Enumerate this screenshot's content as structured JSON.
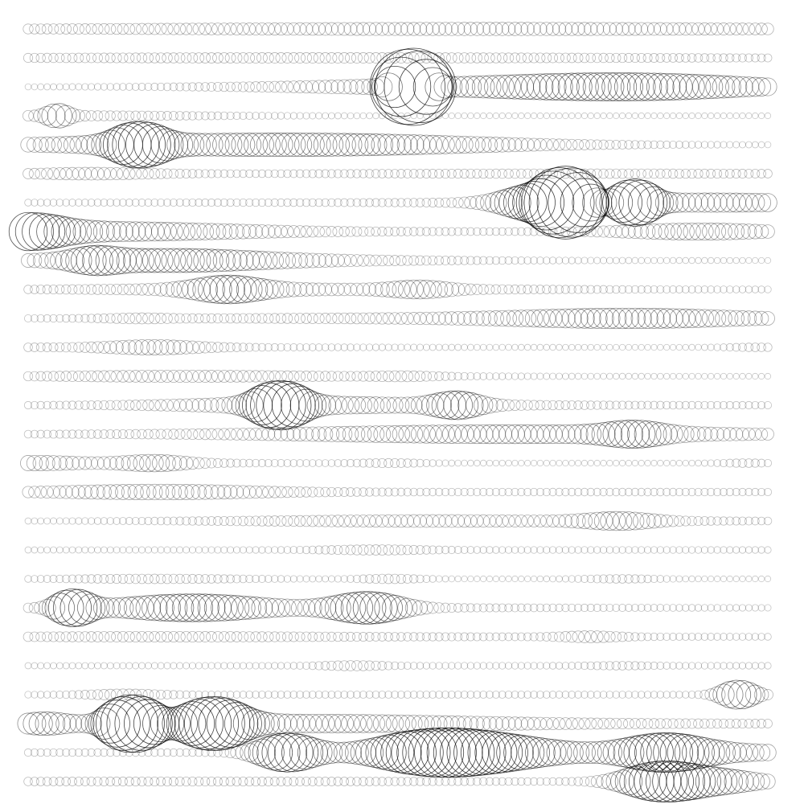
{
  "artwork": {
    "background": "#ffffff",
    "stroke_color": "#000000",
    "columns": 118,
    "rows": [
      {
        "bumps": [
          [
            0.3,
            0.2,
            0.9
          ],
          [
            0.45,
            0.25,
            0.7
          ],
          [
            0.62,
            0.3,
            0.6
          ],
          [
            0.985,
            0.2,
            0.5
          ]
        ]
      },
      {
        "bumps": [
          [
            0.03,
            0.1,
            0.5
          ],
          [
            0.3,
            0.2,
            0.55
          ],
          [
            0.6,
            0.3,
            0.6
          ]
        ]
      },
      {
        "bumps": [
          [
            0.52,
            7.0,
            0.025
          ],
          [
            0.6,
            0.9,
            0.3
          ],
          [
            0.84,
            1.6,
            0.22
          ],
          [
            0.72,
            0.4,
            0.4
          ]
        ]
      },
      {
        "bumps": [
          [
            0.04,
            1.6,
            0.02
          ],
          [
            0.03,
            0.5,
            0.25
          ]
        ]
      },
      {
        "bumps": [
          [
            0.15,
            3.0,
            0.04
          ],
          [
            0.2,
            1.0,
            0.3
          ],
          [
            0.47,
            1.2,
            0.28
          ],
          [
            0.1,
            0.3,
            0.4
          ]
        ]
      },
      {
        "bumps": [
          [
            0.08,
            0.7,
            0.12
          ],
          [
            0.75,
            0.4,
            0.5
          ]
        ]
      },
      {
        "bumps": [
          [
            0.69,
            3.0,
            0.06
          ],
          [
            0.73,
            4.6,
            0.03
          ],
          [
            0.82,
            3.3,
            0.03
          ],
          [
            0.93,
            1.4,
            0.25
          ],
          [
            0.45,
            0.2,
            0.6
          ]
        ]
      },
      {
        "bumps": [
          [
            0.0,
            2.2,
            0.06
          ],
          [
            0.09,
            1.3,
            0.25
          ],
          [
            0.91,
            1.2,
            0.14
          ],
          [
            0.2,
            0.3,
            0.6
          ]
        ]
      },
      {
        "bumps": [
          [
            0.09,
            1.2,
            0.04
          ],
          [
            0.19,
            1.1,
            0.15
          ],
          [
            0.25,
            0.7,
            0.3
          ],
          [
            0.02,
            0.3,
            0.5
          ]
        ]
      },
      {
        "bumps": [
          [
            0.27,
            1.8,
            0.06
          ],
          [
            0.32,
            0.6,
            0.3
          ],
          [
            0.53,
            0.9,
            0.05
          ],
          [
            0.5,
            0.2,
            0.6
          ]
        ]
      },
      {
        "bumps": [
          [
            0.63,
            0.6,
            0.55
          ],
          [
            0.82,
            1.1,
            0.2
          ],
          [
            0.15,
            0.3,
            0.05
          ]
        ]
      },
      {
        "bumps": [
          [
            0.03,
            0.3,
            0.4
          ],
          [
            0.17,
            0.8,
            0.08
          ],
          [
            0.985,
            0.3,
            0.05
          ]
        ]
      },
      {
        "bumps": [
          [
            0.15,
            0.25,
            0.2
          ],
          [
            0.27,
            0.5,
            0.3
          ],
          [
            0.51,
            0.3,
            0.05
          ]
        ]
      },
      {
        "bumps": [
          [
            0.34,
            3.6,
            0.04
          ],
          [
            0.39,
            1.1,
            0.22
          ],
          [
            0.58,
            1.8,
            0.04
          ],
          [
            0.55,
            0.25,
            0.7
          ]
        ]
      },
      {
        "bumps": [
          [
            0.65,
            1.1,
            0.35
          ],
          [
            0.82,
            1.3,
            0.05
          ],
          [
            0.78,
            0.3,
            0.6
          ],
          [
            0.25,
            0.15,
            0.5
          ]
        ]
      },
      {
        "bumps": [
          [
            0.01,
            0.8,
            0.08
          ],
          [
            0.17,
            1.0,
            0.06
          ],
          [
            0.1,
            0.3,
            0.3
          ],
          [
            0.49,
            0.3,
            0.05
          ],
          [
            0.97,
            0.3,
            0.04
          ]
        ]
      },
      {
        "bumps": [
          [
            0.01,
            0.4,
            0.2
          ],
          [
            0.18,
            0.5,
            0.15
          ],
          [
            0.25,
            0.4,
            0.2
          ],
          [
            0.8,
            0.2,
            0.5
          ]
        ]
      },
      {
        "bumps": [
          [
            0.53,
            0.6,
            0.3
          ],
          [
            0.8,
            1.0,
            0.06
          ],
          [
            0.75,
            0.2,
            0.5
          ]
        ]
      },
      {
        "bumps": [
          [
            0.47,
            0.4,
            0.08
          ],
          [
            0.7,
            0.1,
            0.8
          ]
        ]
      },
      {
        "bumps": [
          [
            0.17,
            0.4,
            0.15
          ],
          [
            0.49,
            0.4,
            0.05
          ],
          [
            0.8,
            0.3,
            0.06
          ]
        ]
      },
      {
        "bumps": [
          [
            0.06,
            2.8,
            0.03
          ],
          [
            0.22,
            2.2,
            0.14
          ],
          [
            0.46,
            2.6,
            0.06
          ],
          [
            0.4,
            0.3,
            0.5
          ]
        ]
      },
      {
        "bumps": [
          [
            0.15,
            0.4,
            0.3
          ],
          [
            0.76,
            0.5,
            0.05
          ],
          [
            0.55,
            0.2,
            0.6
          ]
        ]
      },
      {
        "bumps": [
          [
            0.44,
            0.4,
            0.05
          ],
          [
            0.7,
            0.1,
            0.8
          ],
          [
            0.8,
            0.2,
            0.05
          ]
        ]
      },
      {
        "bumps": [
          [
            0.13,
            0.5,
            0.06
          ],
          [
            0.96,
            2.5,
            0.03
          ],
          [
            0.5,
            0.15,
            0.7
          ]
        ]
      },
      {
        "bumps": [
          [
            0.14,
            5.0,
            0.04
          ],
          [
            0.25,
            4.2,
            0.05
          ],
          [
            0.02,
            1.6,
            0.05
          ],
          [
            0.36,
            1.2,
            0.3
          ],
          [
            0.75,
            0.4,
            0.5
          ]
        ]
      },
      {
        "bumps": [
          [
            0.35,
            3.4,
            0.05
          ],
          [
            0.53,
            3.0,
            0.1
          ],
          [
            0.63,
            2.8,
            0.12
          ],
          [
            0.86,
            2.7,
            0.07
          ],
          [
            0.95,
            1.2,
            0.2
          ],
          [
            0.15,
            0.2,
            0.5
          ]
        ]
      },
      {
        "bumps": [
          [
            0.85,
            3.0,
            0.06
          ],
          [
            0.93,
            2.0,
            0.08
          ],
          [
            0.1,
            0.25,
            0.5
          ],
          [
            0.5,
            0.15,
            0.5
          ]
        ]
      }
    ]
  }
}
